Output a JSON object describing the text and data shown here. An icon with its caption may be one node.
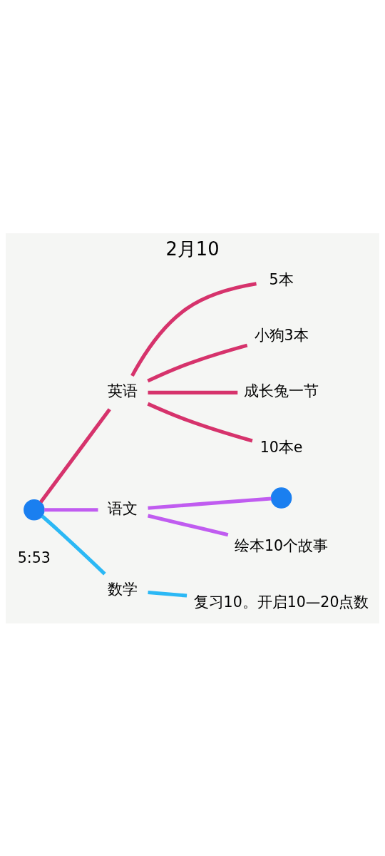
{
  "diagram": {
    "title": "2月10",
    "nodes": [
      {
        "text": [],
        "shape": "circle"
      },
      {
        "text": [
          "英语"
        ]
      },
      {
        "text": [
          "5本"
        ]
      },
      {
        "text": [
          "小狗3本"
        ]
      },
      {
        "text": [
          "成长兔一节"
        ]
      },
      {
        "text": [
          "10本e"
        ]
      },
      {
        "text": [
          "语文"
        ]
      },
      {
        "text": [],
        "shape": "circle"
      },
      {
        "text": [
          "绘本10个故事"
        ]
      },
      {
        "text": [
          "数学"
        ]
      },
      {
        "text": [
          "复习10。开启10—20点数"
        ]
      }
    ],
    "edges": [
      {
        "from": 0,
        "to": 1,
        "arrow": "none",
        "color": "#d6336c"
      },
      {
        "from": 1,
        "to": 2,
        "arrow": "none",
        "color": "#d6336c"
      },
      {
        "from": 1,
        "to": 3,
        "arrow": "none",
        "color": "#d6336c"
      },
      {
        "from": 1,
        "to": 4,
        "arrow": "none",
        "color": "#d6336c"
      },
      {
        "from": 1,
        "to": 5,
        "arrow": "none",
        "color": "#d6336c"
      },
      {
        "from": 0,
        "to": 6,
        "arrow": "none",
        "color": "#c05cf0"
      },
      {
        "from": 6,
        "to": 7,
        "arrow": "none",
        "color": "#c05cf0"
      },
      {
        "from": 6,
        "to": 8,
        "arrow": "none",
        "color": "#c05cf0"
      },
      {
        "from": 0,
        "to": 9,
        "arrow": "none",
        "color": "#2bb8f5"
      },
      {
        "from": 9,
        "to": 10,
        "arrow": "none",
        "color": "#2bb8f5"
      }
    ],
    "labels": [
      "5:53"
    ]
  }
}
